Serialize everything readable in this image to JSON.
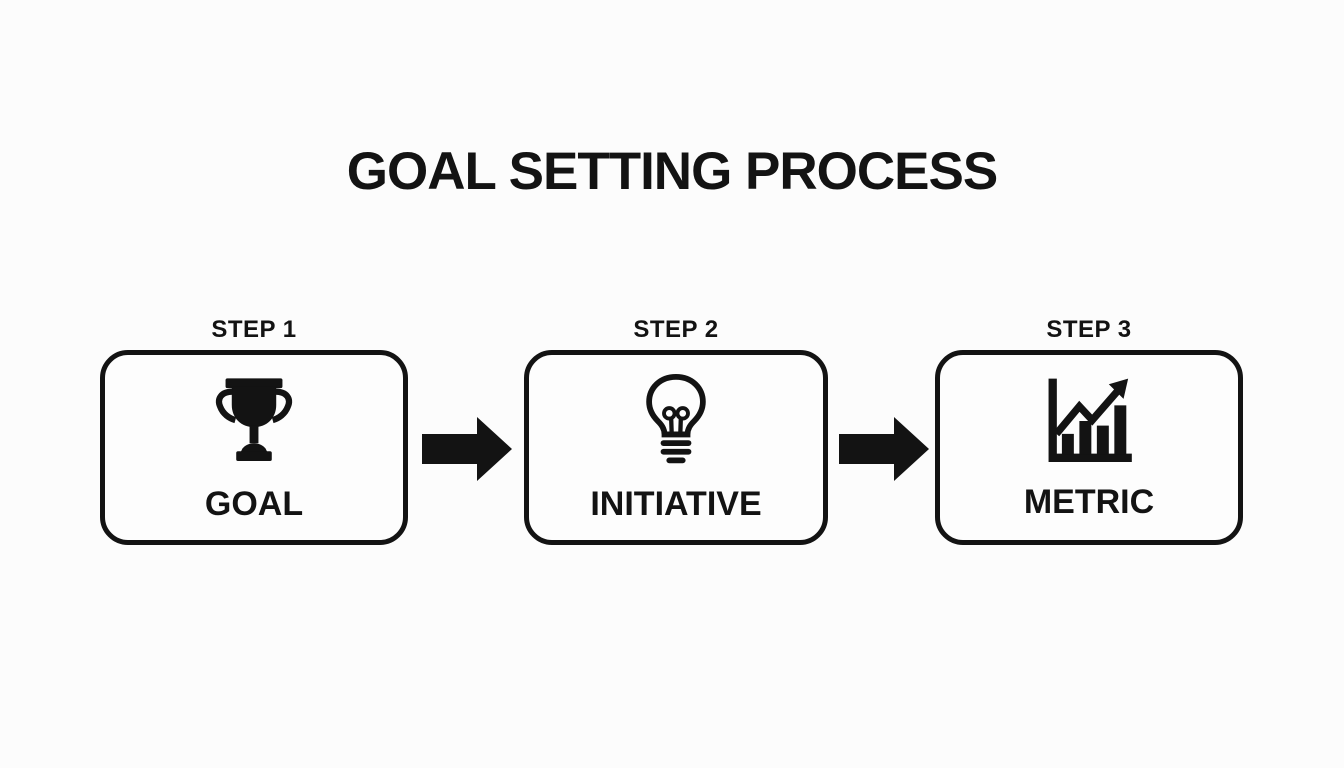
{
  "title": "GOAL SETTING PROCESS",
  "steps": [
    {
      "label": "STEP 1",
      "name": "GOAL",
      "icon": "trophy-icon"
    },
    {
      "label": "STEP 2",
      "name": "INITIATIVE",
      "icon": "lightbulb-icon"
    },
    {
      "label": "STEP 3",
      "name": "METRIC",
      "icon": "bar-chart-icon"
    }
  ],
  "connectors": [
    {
      "from": "GOAL",
      "to": "INITIATIVE",
      "icon": "right-arrow-icon"
    },
    {
      "from": "INITIATIVE",
      "to": "METRIC",
      "icon": "right-arrow-icon"
    }
  ],
  "colors": {
    "background": "#fcfcfc",
    "foreground": "#131313"
  }
}
